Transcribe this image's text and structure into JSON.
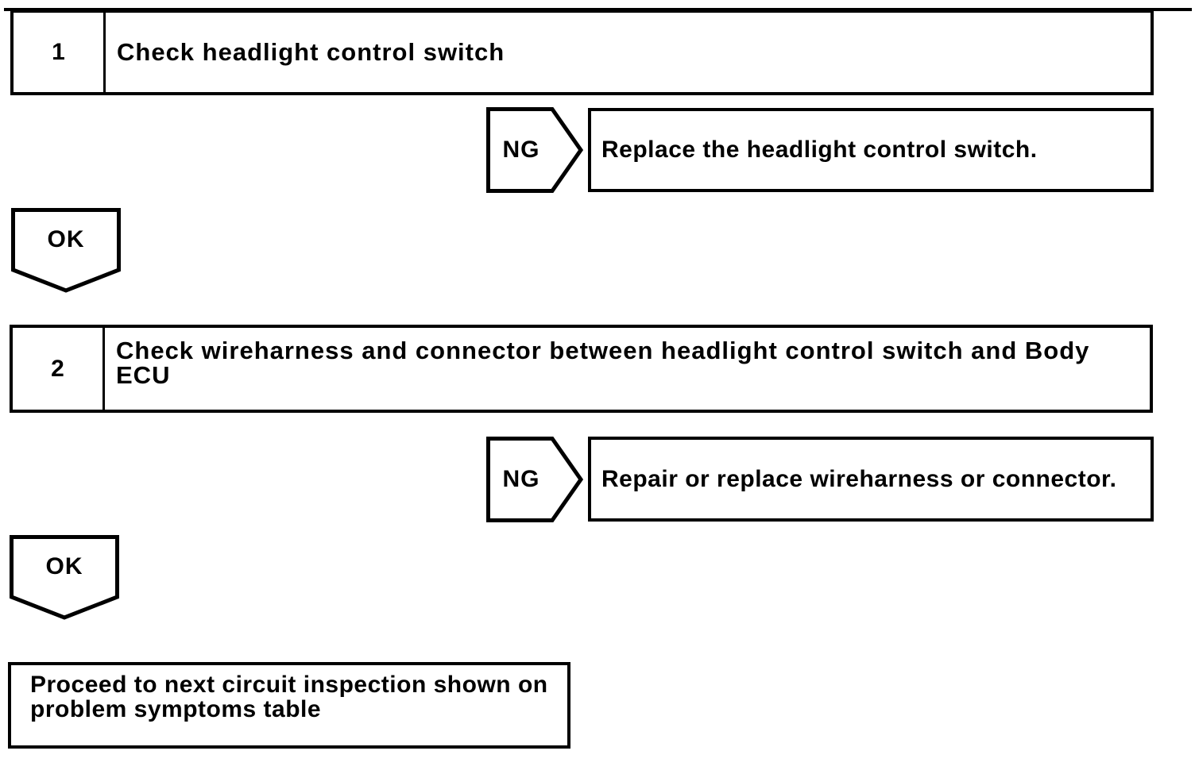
{
  "page": {
    "background": "#ffffff",
    "ink": "#000000"
  },
  "flowchart": {
    "steps": [
      {
        "number": "1",
        "instruction": "Check headlight control switch",
        "ng": {
          "label": "NG",
          "action": "Replace the headlight control switch."
        },
        "ok": {
          "label": "OK"
        }
      },
      {
        "number": "2",
        "instruction": "Check wireharness and connector between headlight control switch and Body ECU",
        "instruction_lines": [
          "Check wireharness and connector between headlight control switch and Body",
          "ECU"
        ],
        "ng": {
          "label": "NG",
          "action": "Repair or replace wireharness or connector."
        },
        "ok": {
          "label": "OK"
        }
      }
    ],
    "final": {
      "action": "Proceed to next circuit inspection shown on problem symptoms table",
      "action_lines": [
        "Proceed to next circuit inspection shown on",
        "problem symptoms table"
      ]
    }
  }
}
